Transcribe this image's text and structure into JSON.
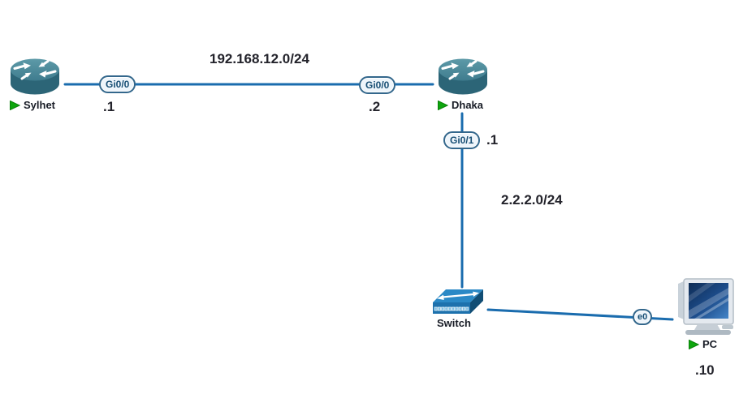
{
  "app": {
    "name": "Network Topology"
  },
  "colors": {
    "background": "#ffffff",
    "link": "#1a6cae",
    "pill_border": "#33678c",
    "pill_background": "#eef5fb",
    "pill_text": "#174e74",
    "label_text": "#23232b",
    "running_green": "#0da60d",
    "router_teal": "#3a7b8e",
    "switch_blue": "#1d71ad"
  },
  "devices": {
    "sylhet": {
      "label": "Sylhet",
      "type": "router",
      "status": "running"
    },
    "dhaka": {
      "label": "Dhaka",
      "type": "router",
      "status": "running"
    },
    "switch1": {
      "label": "Switch",
      "type": "switch"
    },
    "pc1": {
      "label": "PC",
      "type": "pc",
      "status": "running"
    }
  },
  "links": {
    "sylhet_dhaka": {
      "network": "192.168.12.0/24",
      "a": {
        "interface": "Gi0/0",
        "address": ".1"
      },
      "b": {
        "interface": "Gi0/0",
        "address": ".2"
      }
    },
    "dhaka_switch": {
      "network": "2.2.2.0/24",
      "a": {
        "interface": "Gi0/1",
        "address": ".1"
      }
    },
    "switch_pc": {
      "b": {
        "interface": "e0",
        "address": ".10"
      }
    }
  }
}
